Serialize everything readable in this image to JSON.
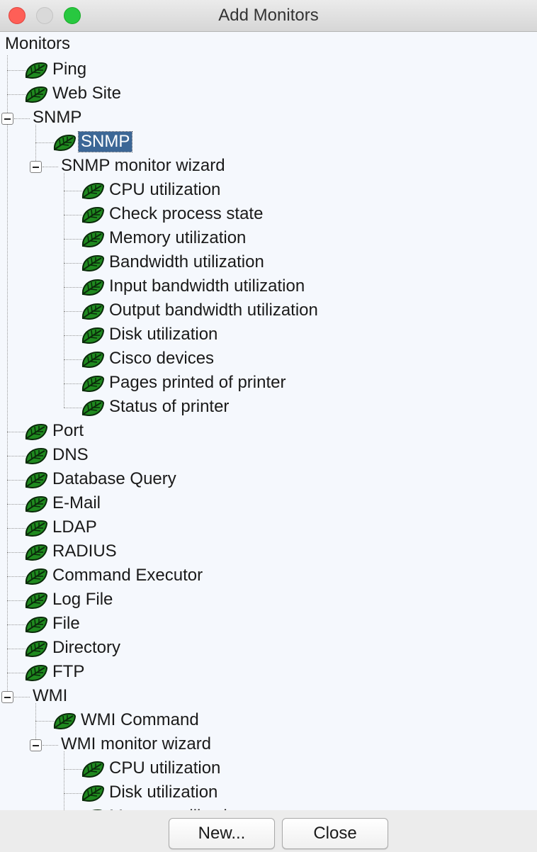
{
  "window": {
    "title": "Add Monitors"
  },
  "tree": {
    "root": "Monitors",
    "nodes": [
      {
        "label": "Ping",
        "depth": 1,
        "kind": "leaf"
      },
      {
        "label": "Web Site",
        "depth": 1,
        "kind": "leaf"
      },
      {
        "label": "SNMP",
        "depth": 1,
        "kind": "folder",
        "expanded": true
      },
      {
        "label": "SNMP",
        "depth": 2,
        "kind": "leaf",
        "selected": true
      },
      {
        "label": "SNMP monitor wizard",
        "depth": 2,
        "kind": "folder",
        "expanded": true
      },
      {
        "label": "CPU utilization",
        "depth": 3,
        "kind": "leaf"
      },
      {
        "label": "Check process state",
        "depth": 3,
        "kind": "leaf"
      },
      {
        "label": "Memory utilization",
        "depth": 3,
        "kind": "leaf"
      },
      {
        "label": "Bandwidth utilization",
        "depth": 3,
        "kind": "leaf"
      },
      {
        "label": "Input bandwidth utilization",
        "depth": 3,
        "kind": "leaf"
      },
      {
        "label": "Output bandwidth utilization",
        "depth": 3,
        "kind": "leaf"
      },
      {
        "label": "Disk utilization",
        "depth": 3,
        "kind": "leaf"
      },
      {
        "label": "Cisco devices",
        "depth": 3,
        "kind": "leaf"
      },
      {
        "label": "Pages printed of printer",
        "depth": 3,
        "kind": "leaf"
      },
      {
        "label": "Status of printer",
        "depth": 3,
        "kind": "leaf"
      },
      {
        "label": "Port",
        "depth": 1,
        "kind": "leaf"
      },
      {
        "label": "DNS",
        "depth": 1,
        "kind": "leaf"
      },
      {
        "label": "Database Query",
        "depth": 1,
        "kind": "leaf"
      },
      {
        "label": "E-Mail",
        "depth": 1,
        "kind": "leaf"
      },
      {
        "label": "LDAP",
        "depth": 1,
        "kind": "leaf"
      },
      {
        "label": "RADIUS",
        "depth": 1,
        "kind": "leaf"
      },
      {
        "label": "Command Executor",
        "depth": 1,
        "kind": "leaf"
      },
      {
        "label": "Log File",
        "depth": 1,
        "kind": "leaf"
      },
      {
        "label": "File",
        "depth": 1,
        "kind": "leaf"
      },
      {
        "label": "Directory",
        "depth": 1,
        "kind": "leaf"
      },
      {
        "label": "FTP",
        "depth": 1,
        "kind": "leaf"
      },
      {
        "label": "WMI",
        "depth": 1,
        "kind": "folder",
        "expanded": true
      },
      {
        "label": "WMI Command",
        "depth": 2,
        "kind": "leaf"
      },
      {
        "label": "WMI monitor wizard",
        "depth": 2,
        "kind": "folder",
        "expanded": true
      },
      {
        "label": "CPU utilization",
        "depth": 3,
        "kind": "leaf"
      },
      {
        "label": "Disk utilization",
        "depth": 3,
        "kind": "leaf"
      },
      {
        "label": "Memory utilization",
        "depth": 3,
        "kind": "leaf"
      }
    ]
  },
  "buttons": {
    "new_label": "New...",
    "close_label": "Close"
  },
  "icons": {
    "leaf": "leaf-icon",
    "expand_toggle": "collapse-toggle-icon"
  },
  "colors": {
    "leaf_fill": "#1f8a1f",
    "leaf_outline": "#0a2a0a",
    "selection": "#3c6796",
    "tree_background": "#f5f8fd"
  }
}
